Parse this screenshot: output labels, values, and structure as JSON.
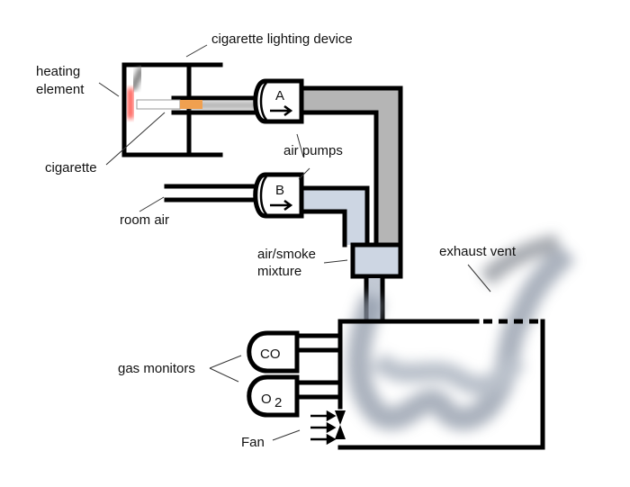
{
  "labels": {
    "lighting_device": "cigarette lighting device",
    "heating_element_1": "heating",
    "heating_element_2": "element",
    "cigarette": "cigarette",
    "air_pumps": "air pumps",
    "room_air": "room air",
    "mixture_1": "air/smoke",
    "mixture_2": "mixture",
    "exhaust_vent": "exhaust vent",
    "gas_monitors": "gas monitors",
    "fan": "Fan"
  },
  "pumps": {
    "a": "A",
    "b": "B"
  },
  "monitors": {
    "co": "CO",
    "o2": "O",
    "o2_sub": "2"
  },
  "colors": {
    "smoke": "#8a8f97",
    "air": "#cdd6e3",
    "heater": "#ff3b30",
    "filter": "#f0a050"
  }
}
